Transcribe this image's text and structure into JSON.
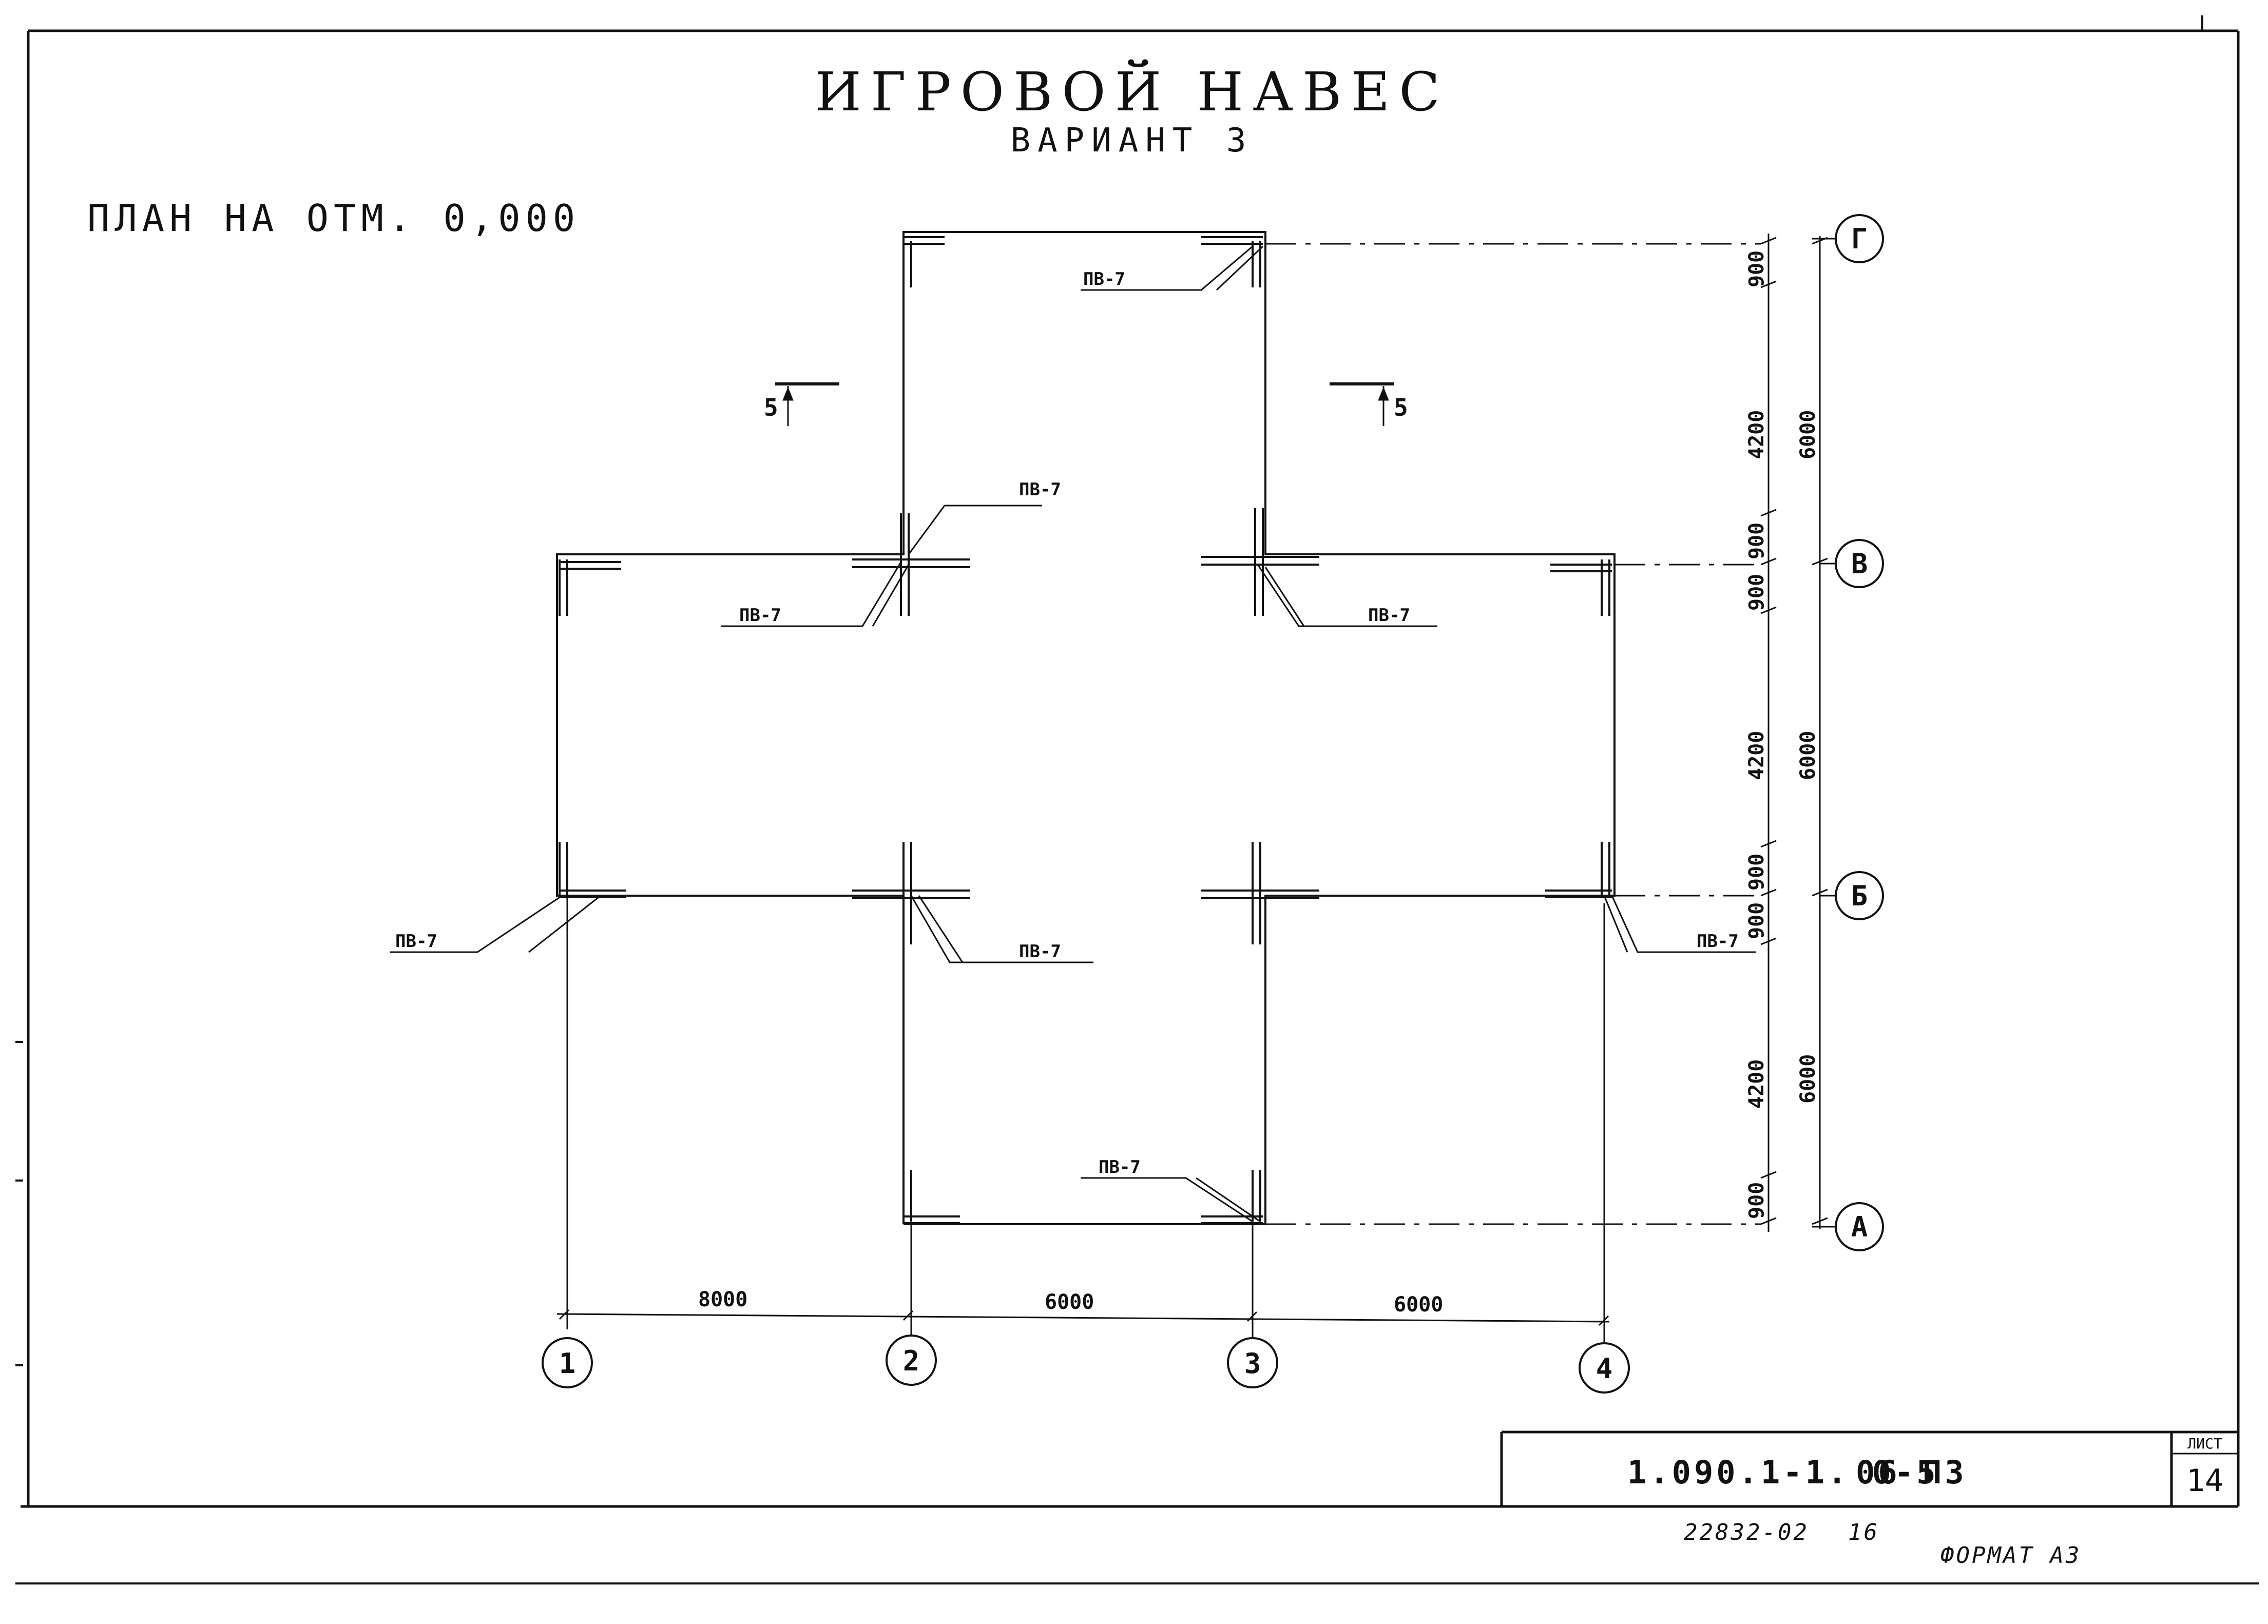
{
  "title": "ИГРОВОЙ НАВЕС",
  "subtitle": "ВАРИАНТ 3",
  "plan_label": "ПЛАН НА ОТМ. 0,000",
  "section_label": "5",
  "node_mark": "ПВ-7",
  "axes": {
    "horizontal": [
      "1",
      "2",
      "3",
      "4"
    ],
    "vertical": [
      "Г",
      "В",
      "Б",
      "А"
    ]
  },
  "dimensions": {
    "bottom": [
      "8000",
      "6000",
      "6000"
    ],
    "right_segments": [
      "900",
      "4200",
      "900",
      "900",
      "4200",
      "900",
      "900",
      "4200",
      "900"
    ],
    "right_totals": [
      "6000",
      "6000",
      "6000"
    ]
  },
  "title_block": {
    "code": "1.090.1-1. 0-5",
    "suffix": "06 ПЗ",
    "sheet_label": "ЛИСТ",
    "sheet_number": "14"
  },
  "footer": {
    "inventory": "22832-02",
    "page": "16",
    "format": "ФОРМАТ А3"
  }
}
